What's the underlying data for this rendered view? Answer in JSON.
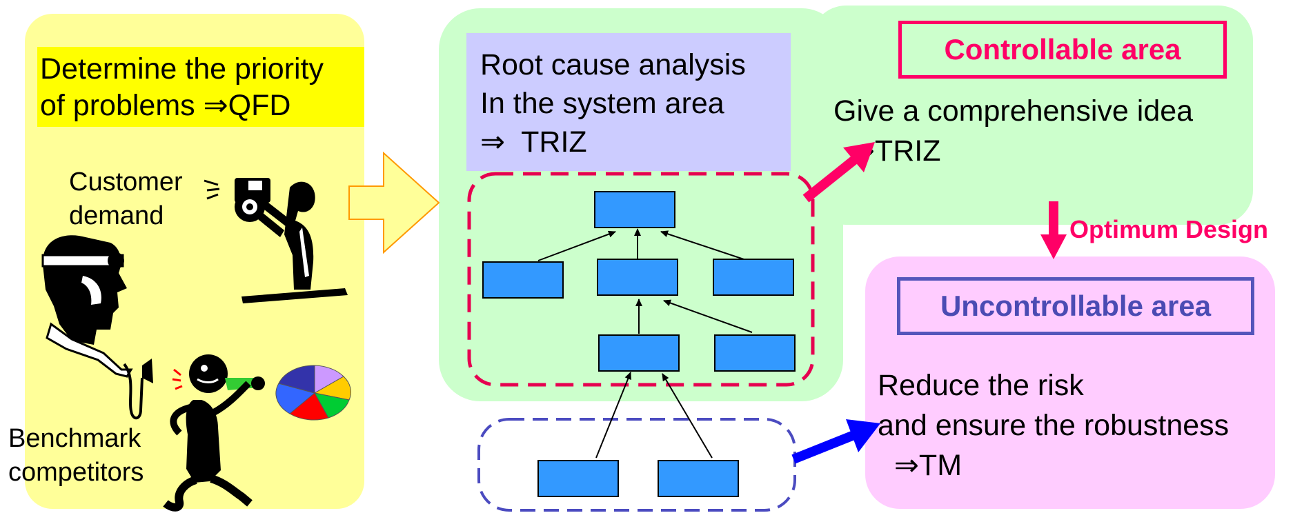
{
  "left_panel": {
    "priority_lines": [
      "Determine the priority",
      "of problems ⇒QFD"
    ],
    "customer_lines": [
      "Customer",
      "demand"
    ],
    "benchmark_lines": [
      "Benchmark",
      "competitors"
    ]
  },
  "system_area": {
    "root_cause_lines": [
      "Root cause analysis",
      "In the system area",
      "⇒  TRIZ"
    ]
  },
  "controllable": {
    "title": "Controllable area",
    "text_lines": [
      "Give a comprehensive idea",
      "  ⇒TRIZ"
    ]
  },
  "optimum_label": "Optimum Design",
  "uncontrollable": {
    "title": "Uncontrollable area",
    "text_lines": [
      "Reduce the risk",
      "and ensure the robustness",
      "  ⇒TM"
    ]
  },
  "colors": {
    "yellow_panel": "#ffff99",
    "highlight": "#ffff00",
    "green_panel": "#ccffcc",
    "lavender": "#ccccff",
    "pink_panel": "#ffccff",
    "magenta": "#ff0066",
    "blue_node": "#3399ff",
    "navy_border": "#5555bb",
    "blue_arrow": "#0000ff"
  },
  "icons": [
    "photographer-icon",
    "head-with-lamp-icon",
    "running-person-icon",
    "pie-chart-icon"
  ]
}
